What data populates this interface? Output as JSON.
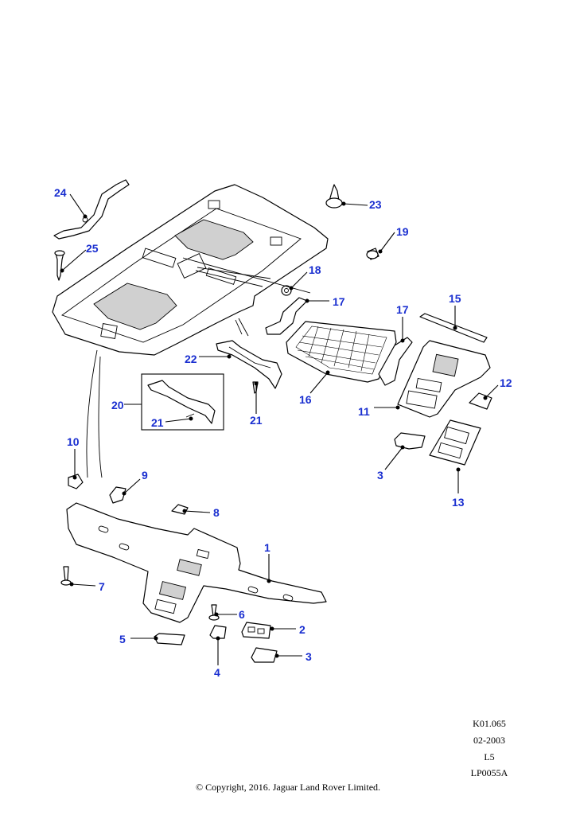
{
  "callouts": {
    "c1": "1",
    "c2": "2",
    "c3a": "3",
    "c3b": "3",
    "c4": "4",
    "c5": "5",
    "c6": "6",
    "c7": "7",
    "c8": "8",
    "c9": "9",
    "c10": "10",
    "c11": "11",
    "c12": "12",
    "c13": "13",
    "c15": "15",
    "c16": "16",
    "c17a": "17",
    "c17b": "17",
    "c18": "18",
    "c19": "19",
    "c20": "20",
    "c21a": "21",
    "c21b": "21",
    "c22": "22",
    "c23": "23",
    "c24": "24",
    "c25": "25"
  },
  "meta": {
    "ref": "K01.065",
    "date": "02-2003",
    "level": "L5",
    "code": "LP0055A"
  },
  "copyright": "© Copyright, 2016. Jaguar Land Rover Limited.",
  "colors": {
    "callout": "#1a2fd0",
    "line": "#000000"
  }
}
